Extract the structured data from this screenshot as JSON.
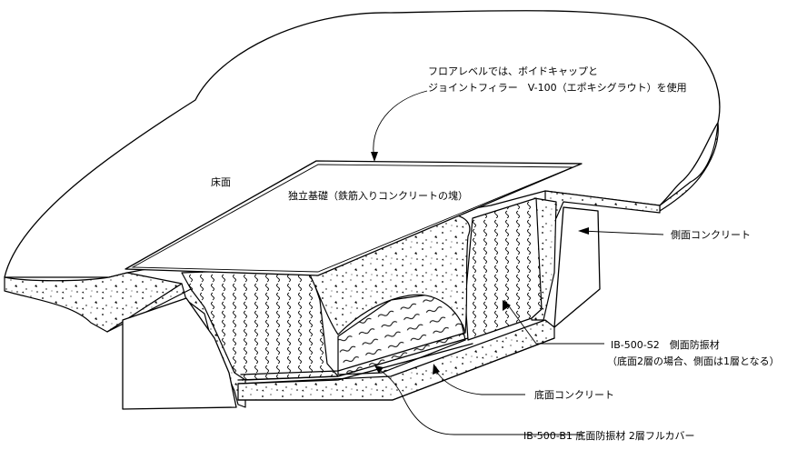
{
  "labels": {
    "note_line1": "フロアレベルでは、ボイドキャップと",
    "note_line2": "ジョイントフィラー　V-100（エポキシグラウト）を使用",
    "floor": "床面",
    "footing": "独立基礎（鉄筋入りコンクリートの塊）",
    "side_concrete": "側面コンクリート",
    "side_material_1": "IB-500-S2　側面防振材",
    "side_material_2": "（底面2層の場合、側面は1層となる）",
    "bottom_concrete": "底面コンクリート",
    "bottom_material": "IB-500-B1 底面防振材 2層フルカバー"
  }
}
